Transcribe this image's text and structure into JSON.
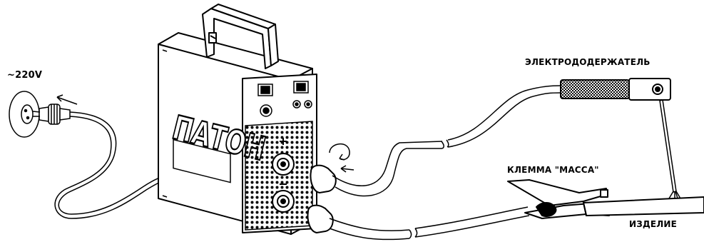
{
  "labels": {
    "power": "~220V",
    "electrode_holder": "ЭЛЕКТРОДОДЕРЖАТЕЛЬ",
    "ground_clamp": "КЛЕММА \"МАССА\"",
    "workpiece": "ИЗДЕЛИЕ"
  },
  "brand": "ПАТОН",
  "colors": {
    "line": "#000000",
    "background": "#ffffff"
  }
}
